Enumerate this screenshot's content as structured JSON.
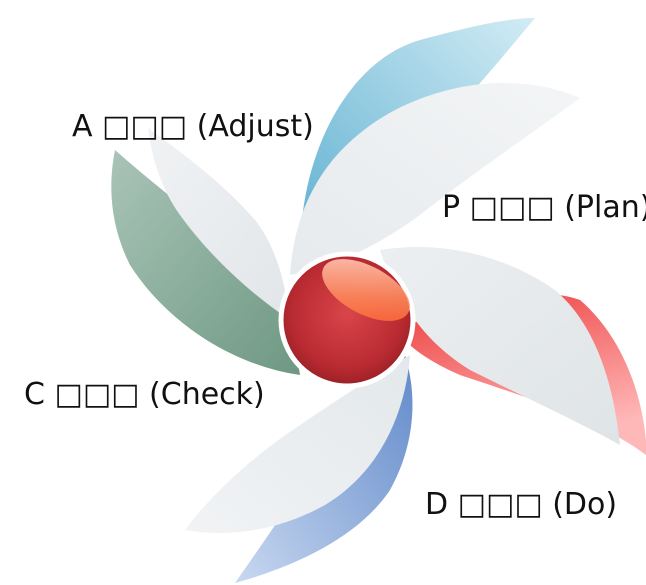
{
  "diagram": {
    "stages": [
      {
        "id": "a",
        "label": "A □□□ (Adjust)",
        "color": "#7ea898"
      },
      {
        "id": "p",
        "label": "P □□□ (Plan)",
        "color": "#8ccbe0"
      },
      {
        "id": "c",
        "label": "C □□□ (Check)",
        "color": "#86a5d6"
      },
      {
        "id": "d",
        "label": "D □□□ (Do)",
        "color": "#f06e6e"
      }
    ],
    "hub_color": "#c1333a"
  }
}
